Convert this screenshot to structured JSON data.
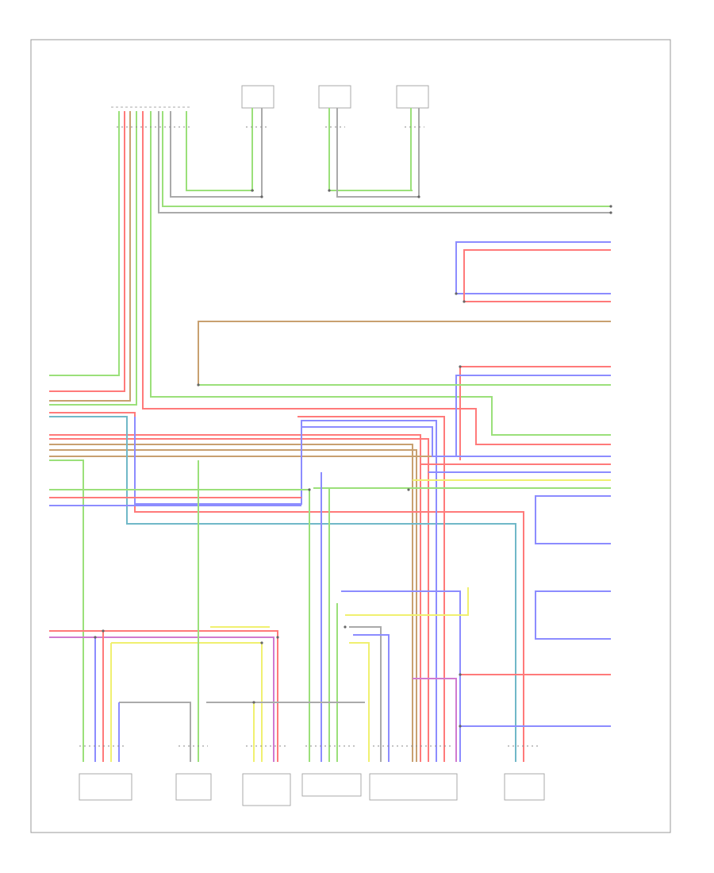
{
  "diagram": {
    "footer_code": "",
    "colors": {
      "red": "#ff7a7a",
      "green": "#9be07a",
      "blue": "#8c8cff",
      "violet": "#d07ad0",
      "brown": "#c8a070",
      "yellow": "#f0f070",
      "teal": "#70b8c8",
      "grey": "#aaaaaa",
      "pink": "#ffa0c0"
    },
    "components_top": [
      {
        "id": "top-module",
        "label_lines": [
          "",
          "",
          ""
        ]
      },
      {
        "id": "top-sensor-1",
        "label_lines": [
          "",
          "",
          "",
          ""
        ]
      },
      {
        "id": "top-sensor-2",
        "label_lines": [
          "",
          "",
          "",
          "",
          ""
        ]
      },
      {
        "id": "top-sensor-3",
        "label_lines": [
          "",
          "",
          "",
          ""
        ]
      }
    ],
    "components_bottom": [
      {
        "id": "bottom-1",
        "label_lines": [
          "",
          ""
        ]
      },
      {
        "id": "bottom-2",
        "label_lines": [
          "",
          "",
          "",
          ""
        ]
      },
      {
        "id": "bottom-3",
        "label_lines": [
          "",
          "",
          ""
        ]
      },
      {
        "id": "bottom-4",
        "label_lines": [
          "",
          "",
          "",
          "",
          ""
        ]
      },
      {
        "id": "bottom-5",
        "label_lines": [
          "",
          "",
          "",
          ""
        ]
      },
      {
        "id": "bottom-6",
        "label_lines": [
          "",
          ""
        ]
      }
    ],
    "right_labels": [
      {
        "label_lines": [
          "",
          "",
          "",
          "",
          ""
        ]
      },
      {
        "label_lines": [
          "",
          "",
          "",
          ""
        ]
      },
      {
        "label_lines": [
          "",
          "",
          "",
          ""
        ]
      },
      {
        "label_lines": [
          "",
          "",
          "",
          ""
        ]
      },
      {
        "label_lines": [
          "",
          "",
          ""
        ]
      },
      {
        "label_lines": [
          "",
          "",
          ""
        ]
      },
      {
        "label_lines": [
          "",
          ""
        ]
      },
      {
        "label_lines": [
          "",
          ""
        ]
      },
      {
        "label_lines": [
          "",
          "",
          ""
        ]
      },
      {
        "label_lines": [
          "",
          "",
          ""
        ]
      }
    ]
  }
}
